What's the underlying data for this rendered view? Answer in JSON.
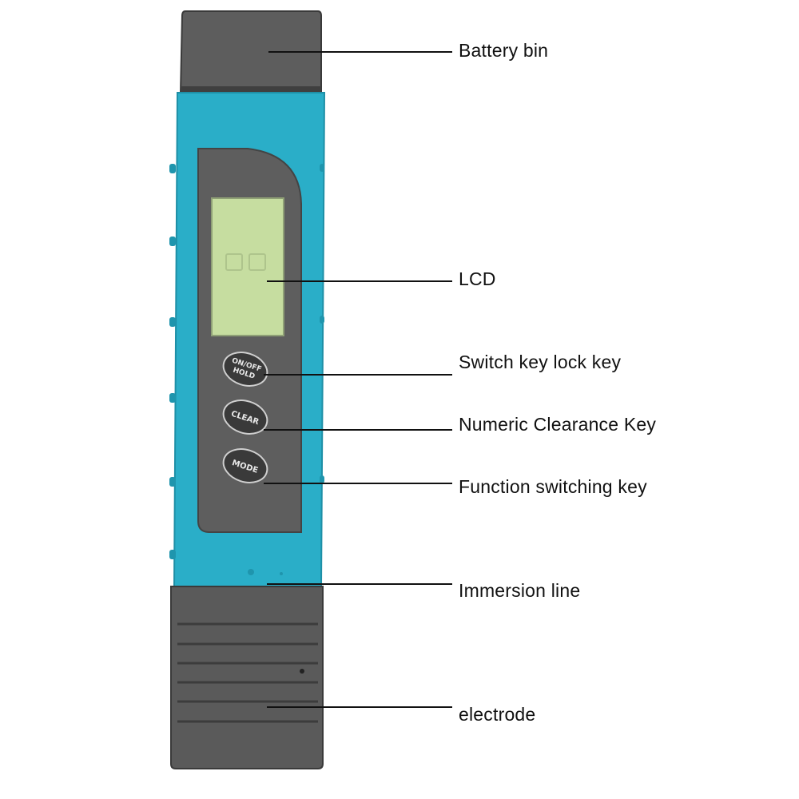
{
  "colors": {
    "body": "#2aaec8",
    "cap": "#5d5d5d",
    "panel": "#5e5e5e",
    "lcd": "#c6dda0",
    "line": "#111111"
  },
  "buttons": {
    "power": {
      "line1": "ON/OFF",
      "line2": "HOLD"
    },
    "clear": "CLEAR",
    "mode": "MODE"
  },
  "labels": {
    "battery_bin": "Battery bin",
    "lcd": "LCD",
    "switch_key": "Switch key lock key",
    "clear_key": "Numeric Clearance Key",
    "function_key": "Function switching key",
    "immersion_line": "Immersion line",
    "electrode": "electrode"
  }
}
